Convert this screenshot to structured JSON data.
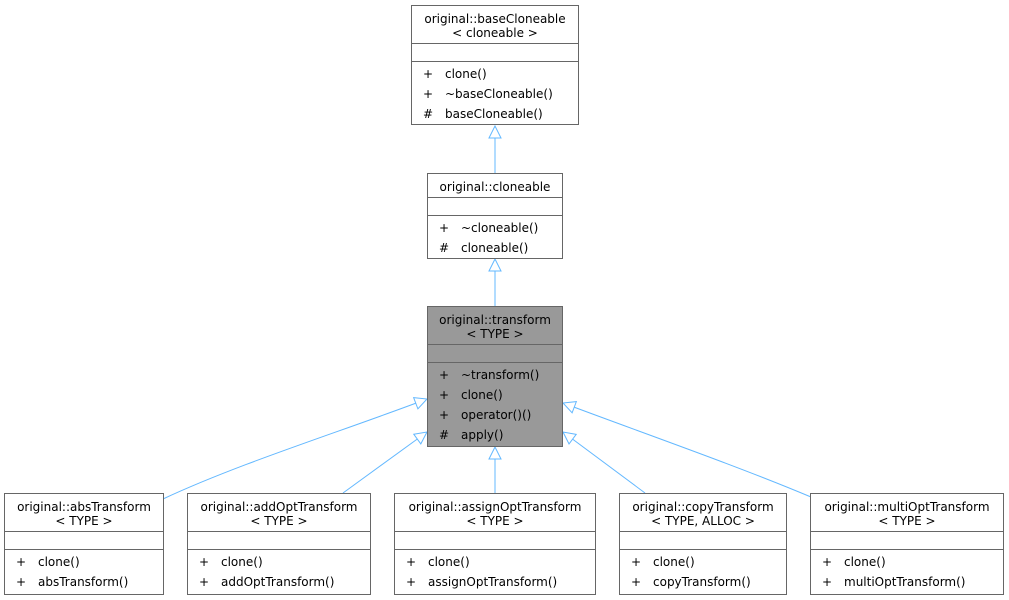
{
  "nodes": {
    "base_cloneable": {
      "title_line1": "original::baseCloneable",
      "title_line2": "< cloneable >",
      "ops": [
        {
          "vis": "+",
          "name": "clone()"
        },
        {
          "vis": "+",
          "name": "~baseCloneable()"
        },
        {
          "vis": "#",
          "name": "baseCloneable()"
        }
      ]
    },
    "cloneable": {
      "title_line1": "original::cloneable",
      "ops": [
        {
          "vis": "+",
          "name": "~cloneable()"
        },
        {
          "vis": "#",
          "name": "cloneable()"
        }
      ]
    },
    "transform": {
      "title_line1": "original::transform",
      "title_line2": "< TYPE >",
      "ops": [
        {
          "vis": "+",
          "name": "~transform()"
        },
        {
          "vis": "+",
          "name": "clone()"
        },
        {
          "vis": "+",
          "name": "operator()()"
        },
        {
          "vis": "#",
          "name": "apply()"
        }
      ]
    },
    "abs_transform": {
      "title_line1": "original::absTransform",
      "title_line2": "< TYPE >",
      "ops": [
        {
          "vis": "+",
          "name": "clone()"
        },
        {
          "vis": "+",
          "name": "absTransform()"
        }
      ]
    },
    "add_opt_transform": {
      "title_line1": "original::addOptTransform",
      "title_line2": "< TYPE >",
      "ops": [
        {
          "vis": "+",
          "name": "clone()"
        },
        {
          "vis": "+",
          "name": "addOptTransform()"
        }
      ]
    },
    "assign_opt_transform": {
      "title_line1": "original::assignOptTransform",
      "title_line2": "< TYPE >",
      "ops": [
        {
          "vis": "+",
          "name": "clone()"
        },
        {
          "vis": "+",
          "name": "assignOptTransform()"
        }
      ]
    },
    "copy_transform": {
      "title_line1": "original::copyTransform",
      "title_line2": "< TYPE, ALLOC >",
      "ops": [
        {
          "vis": "+",
          "name": "clone()"
        },
        {
          "vis": "+",
          "name": "copyTransform()"
        }
      ]
    },
    "multi_opt_transform": {
      "title_line1": "original::multiOptTransform",
      "title_line2": "< TYPE >",
      "ops": [
        {
          "vis": "+",
          "name": "clone()"
        },
        {
          "vis": "+",
          "name": "multiOptTransform()"
        }
      ]
    }
  },
  "colors": {
    "edge": "#63b8ff",
    "focus_fill": "#999999",
    "border": "#666666"
  }
}
